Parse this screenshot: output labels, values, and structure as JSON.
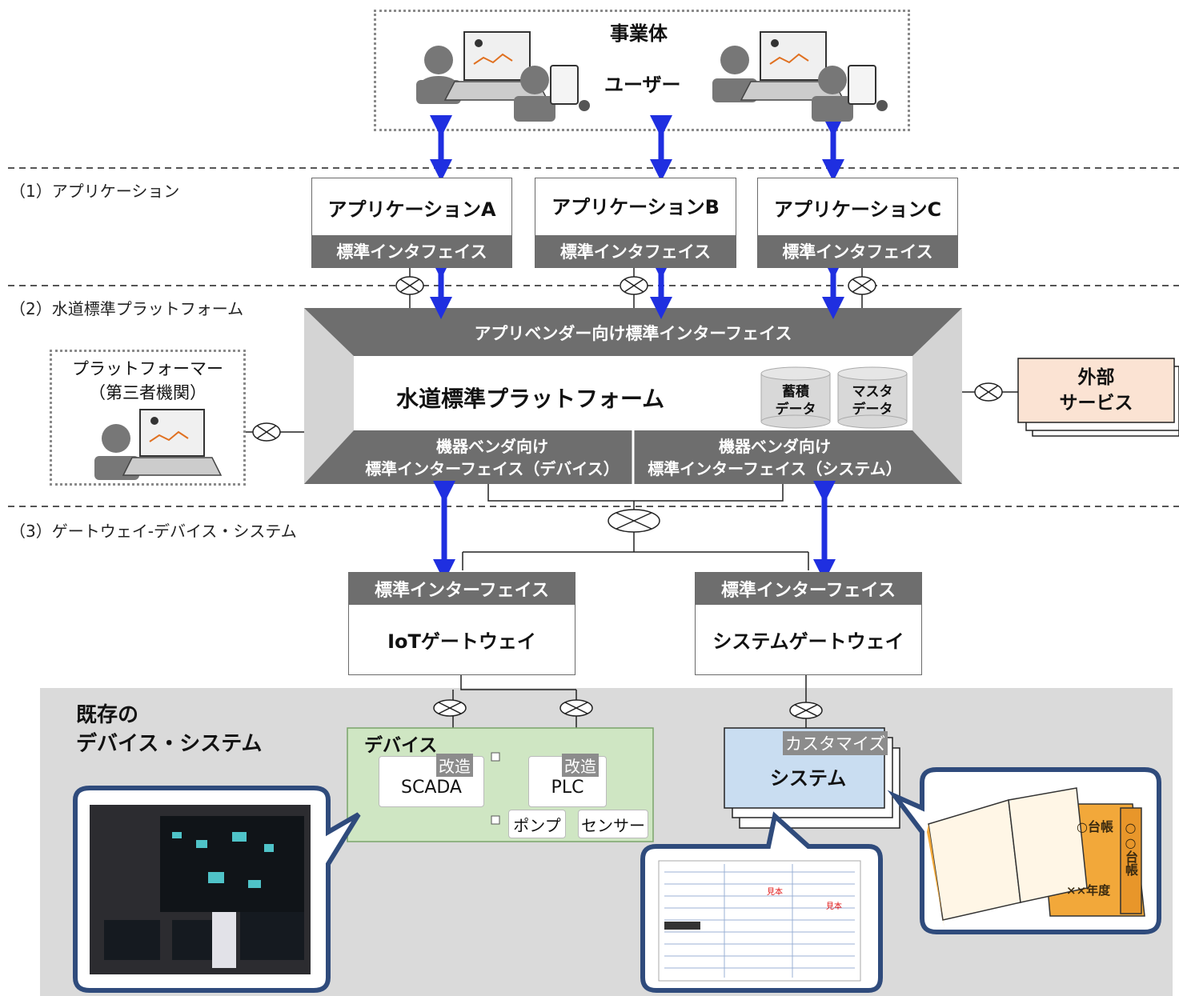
{
  "top": {
    "title": "事業体",
    "users_label": "ユーザー"
  },
  "layers": {
    "l1": "（1）アプリケーション",
    "l2": "（2）水道標準プラットフォーム",
    "l3": "（3）ゲートウェイ-デバイス・システム"
  },
  "apps": [
    {
      "name": "アプリケーションA",
      "interface": "標準インタフェイス"
    },
    {
      "name": "アプリケーションB",
      "interface": "標準インタフェイス"
    },
    {
      "name": "アプリケーションC",
      "interface": "標準インタフェイス"
    }
  ],
  "platform": {
    "top_interface": "アプリベンダー向け標準インターフェイス",
    "name": "水道標準プラットフォーム",
    "db1_line1": "蓄積",
    "db1_line2": "データ",
    "db2_line1": "マスタ",
    "db2_line2": "データ",
    "bottom_left_line1": "機器ベンダ向け",
    "bottom_left_line2": "標準インターフェイス（デバイス）",
    "bottom_right_line1": "機器ベンダ向け",
    "bottom_right_line2": "標準インターフェイス（システム）"
  },
  "platformer": {
    "line1": "プラットフォーマー",
    "line2": "（第三者機関）"
  },
  "external": {
    "line1": "外部",
    "line2": "サービス"
  },
  "gateways": [
    {
      "interface": "標準インターフェイス",
      "name": "IoTゲートウェイ"
    },
    {
      "interface": "標準インターフェイス",
      "name": "システムゲートウェイ"
    }
  ],
  "existing": {
    "line1": "既存の",
    "line2": "デバイス・システム"
  },
  "devices": {
    "title": "デバイス",
    "scada_tag": "改造",
    "scada": "SCADA",
    "plc_tag": "改造",
    "plc": "PLC",
    "pump": "ポンプ",
    "sensor": "センサー"
  },
  "system": {
    "tag": "カスタマイズ",
    "name": "システム"
  },
  "document": {
    "stamp1": "見本",
    "stamp2": "見本"
  },
  "ledger": {
    "label1": "○台帳",
    "label2": "○○台帳",
    "label3": "××年度"
  },
  "colors": {
    "arrow": "#1f2fe0",
    "interface_gray": "#6e6e6e",
    "device_green": "#cfe6c3",
    "system_blue": "#c9ddf1",
    "external_peach": "#fbe3d3",
    "existing_bg": "#dadada",
    "callout_border": "#2f4b7c"
  }
}
